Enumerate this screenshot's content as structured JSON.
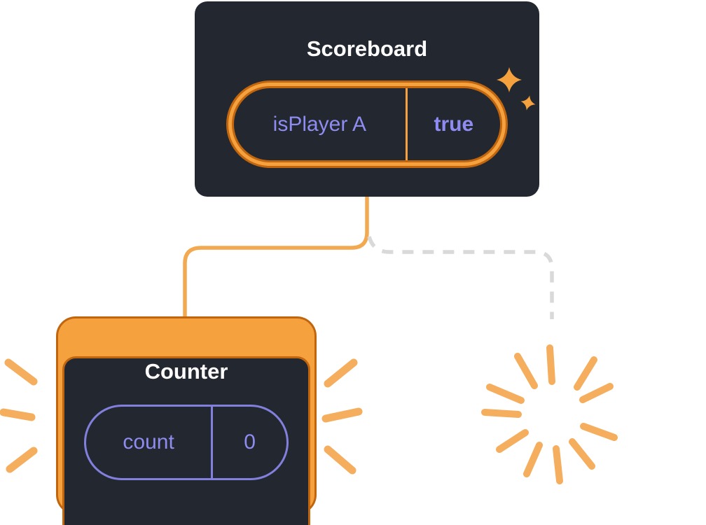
{
  "scoreboard": {
    "title": "Scoreboard",
    "state": {
      "key": "isPlayer A",
      "value": "true"
    }
  },
  "counter": {
    "title": "Counter",
    "state": {
      "key": "count",
      "value": "0"
    }
  },
  "icons": [
    "sparkles-icon",
    "emphasis-burst-left",
    "emphasis-burst-right",
    "poof-burst-icon"
  ],
  "colors": {
    "canvas_bg": "#FFFFFF",
    "card_bg": "#23272F",
    "title_text": "#FFFFFF",
    "state_text": "#8F8CF1",
    "highlight_orange": "#F5A13D",
    "highlight_orange_dark": "#C1660F",
    "connector_orange": "#F2A950",
    "burst_orange": "#F5AD5E",
    "pill_border_purple": "#8280DC",
    "dashed_line": "#D9D9D9"
  }
}
